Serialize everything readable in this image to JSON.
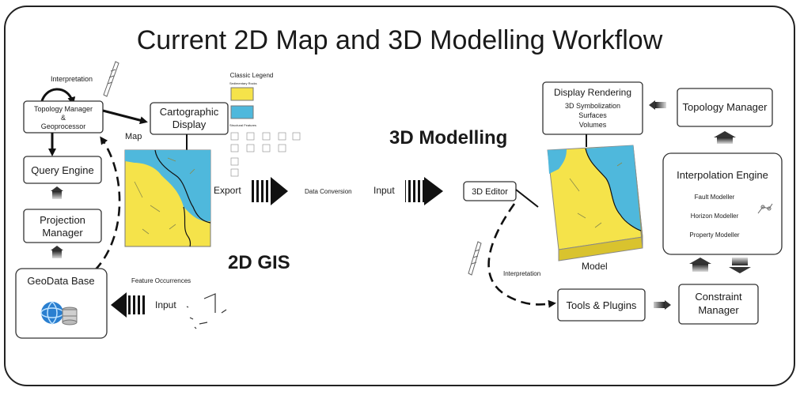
{
  "title": "Current 2D Map and 3D Modelling Workflow",
  "section_2d": "2D GIS",
  "section_3d": "3D Modelling",
  "boxes": {
    "topology_2d": [
      "Topology Manager",
      "&",
      "Geoprocessor"
    ],
    "cartographic": [
      "Cartographic",
      "Display"
    ],
    "query_engine": "Query Engine",
    "projection": [
      "Projection",
      "Manager"
    ],
    "geodatabase": "GeoData Base",
    "editor_3d": "3D Editor",
    "display_rendering": {
      "title": "Display Rendering",
      "items": [
        "3D Symbolization",
        "Surfaces",
        "Volumes"
      ]
    },
    "topology_3d": "Topology Manager",
    "interpolation": {
      "title": "Interpolation Engine",
      "items": [
        "Fault Modeller",
        "Horizon Modeller",
        "Property Modeller"
      ]
    },
    "tools_plugins": "Tools & Plugins",
    "constraint": [
      "Constraint",
      "Manager"
    ]
  },
  "labels": {
    "interpretation_2d": "Interpretation",
    "map": "Map",
    "export": "Export",
    "data_conversion": "Data Conversion",
    "input_3d": "Input",
    "input_2d": "Input",
    "feature_occurrences": "Feature Occurrences",
    "interpretation_3d": "Interpretation",
    "model": "Model"
  },
  "legend": {
    "title": "Classic Legend",
    "sedimentary": "Sedimentary Rocks",
    "structural": "Structural Features"
  },
  "colors": {
    "yellow": "#f5e34a",
    "blue": "#4fb8dc",
    "arrow": "#111111"
  }
}
